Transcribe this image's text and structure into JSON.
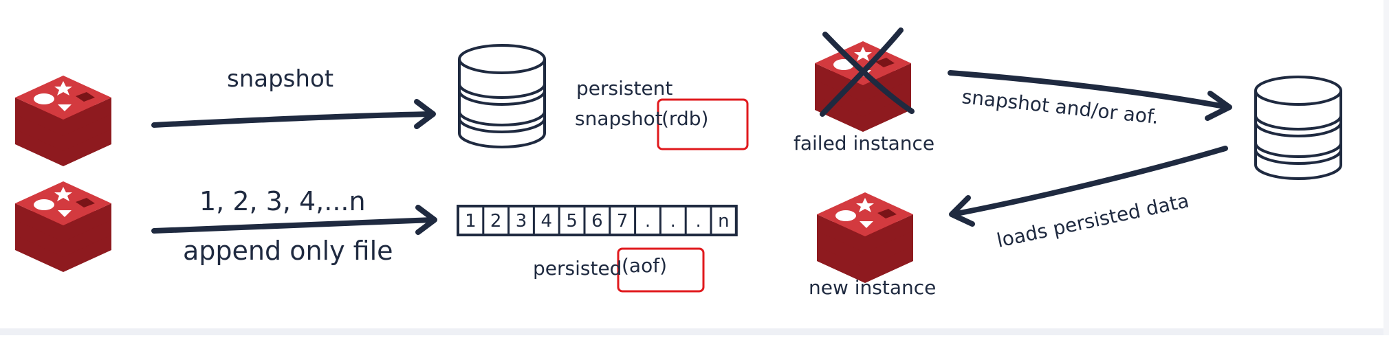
{
  "diagram": {
    "snapshot_label": "snapshot",
    "sequence_label": "1, 2, 3, 4,...n",
    "append_label": "append only file",
    "persistent_line1": "persistent",
    "persistent_line2": "snapshot",
    "rdb_label": "(rdb)",
    "aof_prefix": "persisted",
    "aof_label": "(aof)",
    "failed_label": "failed instance",
    "new_label": "new instance",
    "snapshot_aof_label": "snapshot and/or aof.",
    "loads_label": "loads persisted data",
    "aof_cells": [
      "1",
      "2",
      "3",
      "4",
      "5",
      "6",
      "7",
      ".",
      ".",
      ".",
      "n"
    ]
  },
  "colors": {
    "ink": "#1f2a40",
    "redis_red": "#c0272d",
    "redis_dark": "#8e1a1f",
    "highlight_box": "#e0191d"
  }
}
